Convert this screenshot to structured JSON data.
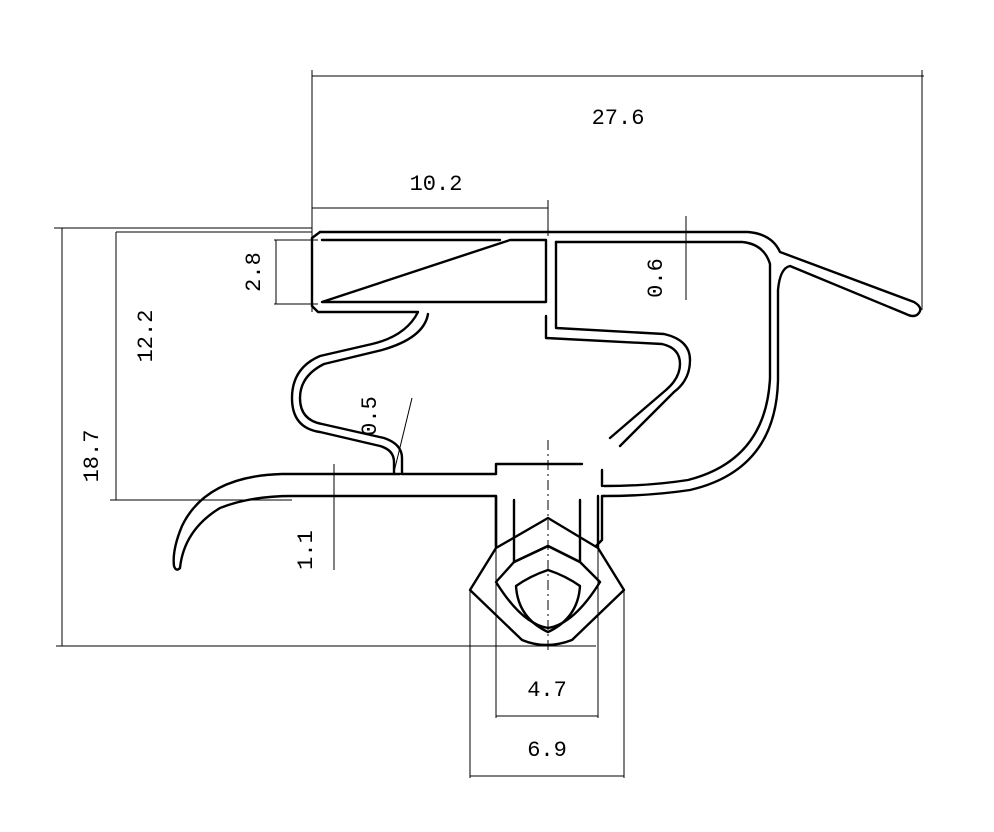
{
  "diagram": {
    "dimensions": {
      "overall_width": "27.6",
      "top_width": "10.2",
      "top_height": "2.8",
      "wall_thickness": "0.6",
      "upper_height": "12.2",
      "overall_height": "18.7",
      "lip_thickness": "0.5",
      "base_thickness": "1.1",
      "stem_width": "4.7",
      "bulb_width": "6.9"
    }
  }
}
